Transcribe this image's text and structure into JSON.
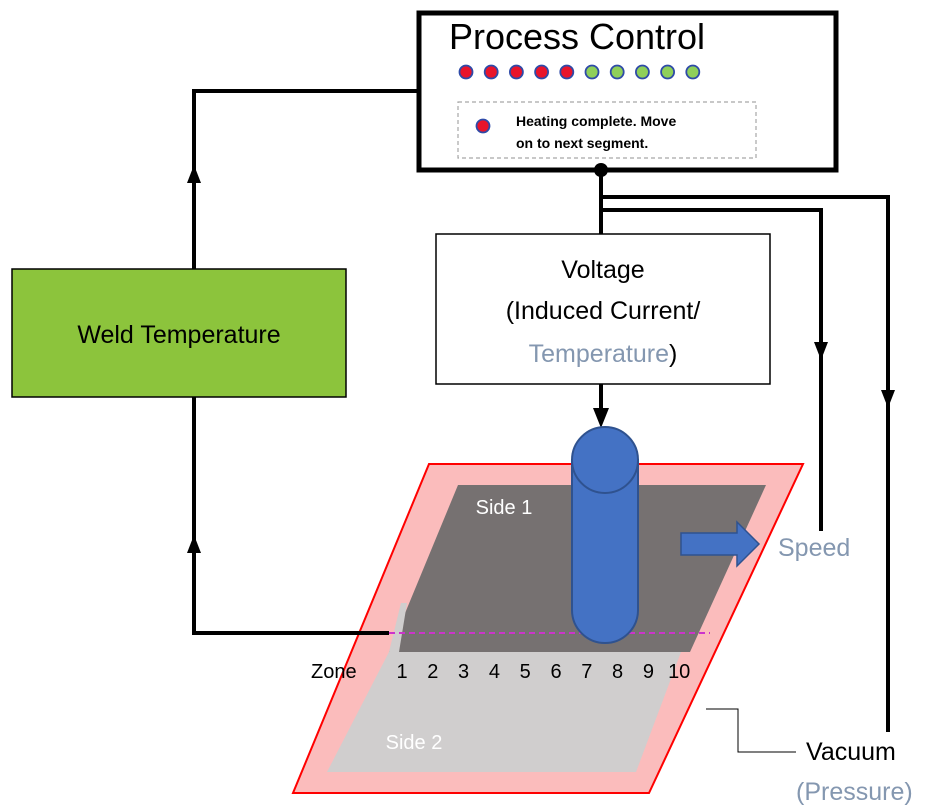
{
  "process_control": {
    "title": "Process Control",
    "zone_indicators": [
      "complete",
      "complete",
      "complete",
      "complete",
      "complete",
      "pending",
      "pending",
      "pending",
      "pending",
      "pending"
    ],
    "status_icon": "red-dot",
    "status_line1": "Heating complete. Move",
    "status_line2": "on to next segment."
  },
  "weld_temperature": {
    "label": "Weld Temperature"
  },
  "voltage": {
    "line1": "Voltage",
    "line2": "(Induced Current/",
    "line3_temp": "Temperature",
    "line3_close": ")"
  },
  "side1_label": "Side 1",
  "side2_label": "Side 2",
  "speed_label": "Speed",
  "zone": {
    "label": "Zone",
    "numbers": [
      "1",
      "2",
      "3",
      "4",
      "5",
      "6",
      "7",
      "8",
      "9",
      "10"
    ]
  },
  "vacuum": {
    "line1": "Vacuum",
    "line2": "(Pressure)"
  },
  "colors": {
    "complete": "#e8142b",
    "pending": "#8fcf5a",
    "indicator_outline": "#2e4aa8",
    "accent_text": "#8497b0",
    "roller": "#4472c4",
    "roller_outline": "#2f528f",
    "weld_box": "#8cc43c",
    "frame_fill": "#fbbcbc",
    "frame_stroke": "#ff0000",
    "side1": "#767171",
    "side2": "#d0cece",
    "weld_line": "#cc33cc"
  }
}
